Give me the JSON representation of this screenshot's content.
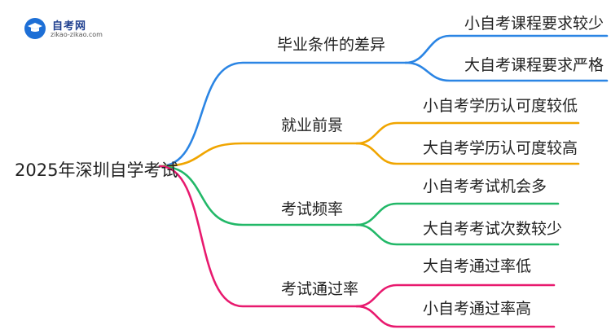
{
  "logo": {
    "title": "自考网",
    "url": "zikao-zikao.com",
    "icon": "graduation-cap-icon"
  },
  "root": {
    "label": "2025年深圳自学考试"
  },
  "branches": [
    {
      "label": "毕业条件的差异",
      "color": "#2b85e4",
      "leaves": [
        "小自考课程要求较少",
        "大自考课程要求严格"
      ]
    },
    {
      "label": "就业前景",
      "color": "#f0a500",
      "leaves": [
        "小自考学历认可度较低",
        "大自考学历认可度较高"
      ]
    },
    {
      "label": "考试频率",
      "color": "#22b868",
      "leaves": [
        "小自考考试机会多",
        "大自考考试次数较少"
      ]
    },
    {
      "label": "考试通过率",
      "color": "#e8196e",
      "leaves": [
        "大自考通过率低",
        "小自考通过率高"
      ]
    }
  ]
}
